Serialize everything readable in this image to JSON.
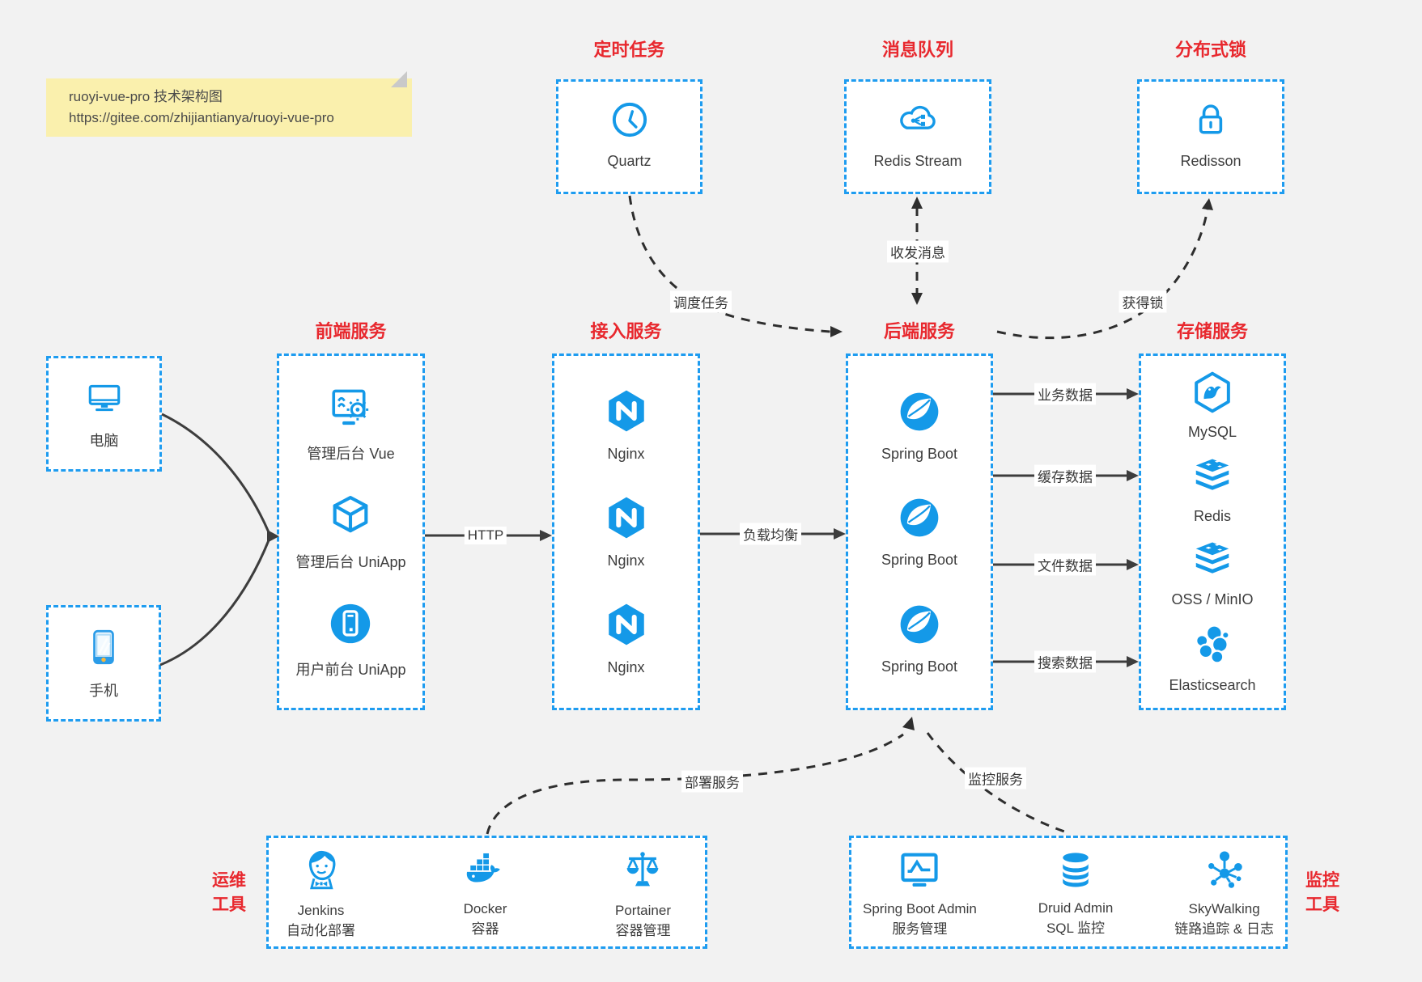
{
  "note": {
    "line1": "ruoyi-vue-pro 技术架构图",
    "line2": "https://gitee.com/zhijiantianya/ruoyi-vue-pro"
  },
  "colors": {
    "canvas_bg": "#f2f2f2",
    "box_border_blue": "#1e9cf0",
    "icon_blue": "#1499e8",
    "title_red": "#e8282e",
    "label_text": "#3d3d3d",
    "note_bg": "#faf0ad",
    "solid_arrow": "#3d3d3d",
    "dashed_arrow": "#2e2e2e"
  },
  "groups": {
    "quartz": {
      "title": "定时任务",
      "items": [
        {
          "label": "Quartz"
        }
      ]
    },
    "mq": {
      "title": "消息队列",
      "items": [
        {
          "label": "Redis Stream"
        }
      ]
    },
    "lock": {
      "title": "分布式锁",
      "items": [
        {
          "label": "Redisson"
        }
      ]
    },
    "frontend": {
      "title": "前端服务",
      "items": [
        {
          "label": "管理后台 Vue"
        },
        {
          "label": "管理后台 UniApp"
        },
        {
          "label": "用户前台 UniApp"
        }
      ]
    },
    "gateway": {
      "title": "接入服务",
      "items": [
        {
          "label": "Nginx"
        },
        {
          "label": "Nginx"
        },
        {
          "label": "Nginx"
        }
      ]
    },
    "backend": {
      "title": "后端服务",
      "items": [
        {
          "label": "Spring Boot"
        },
        {
          "label": "Spring Boot"
        },
        {
          "label": "Spring Boot"
        }
      ]
    },
    "storage": {
      "title": "存储服务",
      "items": [
        {
          "label": "MySQL"
        },
        {
          "label": "Redis"
        },
        {
          "label": "OSS / MinIO"
        },
        {
          "label": "Elasticsearch"
        }
      ]
    },
    "clients": {
      "computer": {
        "label": "电脑"
      },
      "phone": {
        "label": "手机"
      }
    },
    "ops": {
      "title1": "运维",
      "title2": "工具",
      "items": [
        {
          "name": "Jenkins",
          "desc": "自动化部署"
        },
        {
          "name": "Docker",
          "desc": "容器"
        },
        {
          "name": "Portainer",
          "desc": "容器管理"
        }
      ]
    },
    "monitor": {
      "title1": "监控",
      "title2": "工具",
      "items": [
        {
          "name": "Spring Boot Admin",
          "desc": "服务管理"
        },
        {
          "name": "Druid Admin",
          "desc": "SQL 监控"
        },
        {
          "name": "SkyWalking",
          "desc": "链路追踪 & 日志"
        }
      ]
    }
  },
  "edges": {
    "http": "HTTP",
    "lb": "负载均衡",
    "biz": "业务数据",
    "cache": "缓存数据",
    "file": "文件数据",
    "search": "搜索数据",
    "schedule": "调度任务",
    "msg": "收发消息",
    "getlock": "获得锁",
    "deploy": "部署服务",
    "monitorsvc": "监控服务"
  }
}
